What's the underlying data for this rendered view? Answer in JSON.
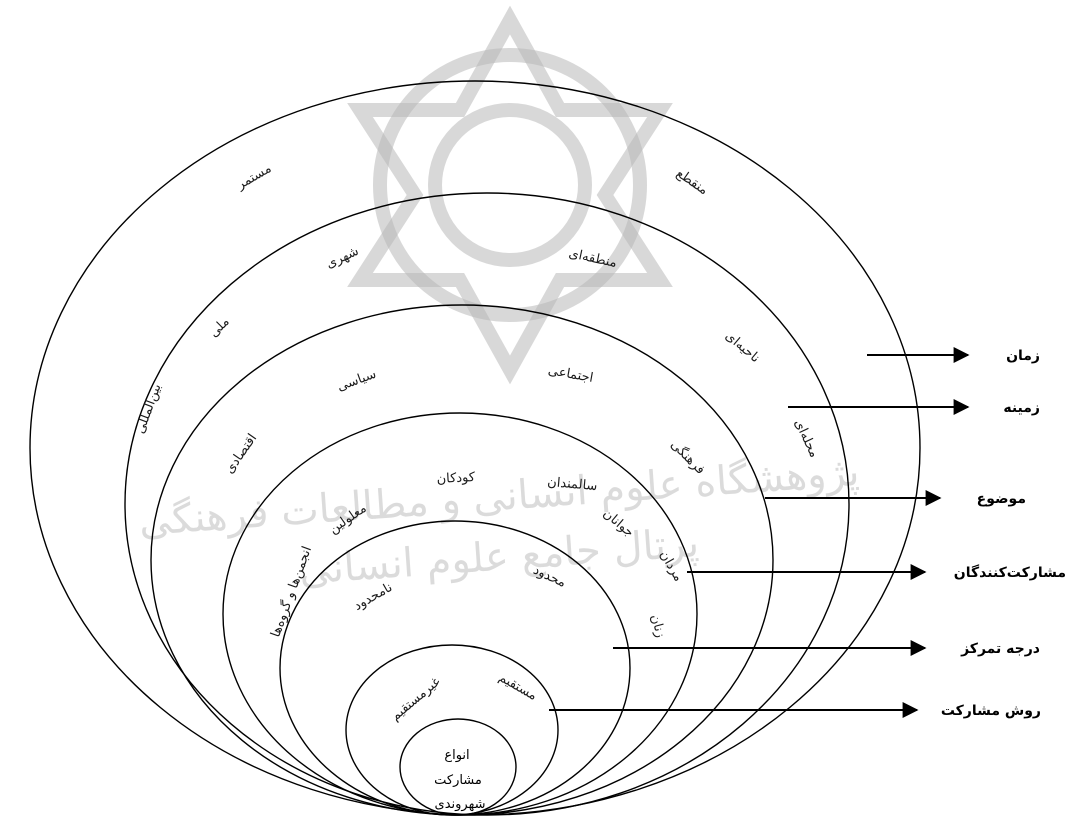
{
  "center_label": [
    "انواع",
    "مشارکت",
    "شهروندی"
  ],
  "rings": [
    {
      "name": "زمان",
      "items": [
        "مستمر",
        "منقطع"
      ]
    },
    {
      "name": "زمینه",
      "items": [
        "شهری",
        "منطقه‌ای",
        "ملی",
        "بین‌المللی",
        "ناحیه‌ای",
        "محله‌ای"
      ]
    },
    {
      "name": "موضوع",
      "items": [
        "سیاسی",
        "اجتماعی",
        "اقتصادی",
        "فرهنگی"
      ]
    },
    {
      "name": "مشارکت‌کنندگان",
      "items": [
        "کودکان",
        "سالمندان",
        "معلولین",
        "جوانان",
        "انجمن‌ها و گروه‌ها",
        "مردان",
        "زنان"
      ]
    },
    {
      "name": "درجه تمرکز",
      "items": [
        "محدود",
        "نامحدود"
      ]
    },
    {
      "name": "روش مشارکت",
      "items": [
        "مستقیم",
        "غیرمستقیم"
      ]
    }
  ],
  "watermark_text": [
    "پژوهشگاه علوم انسانی و مطالعات فرهنگی",
    "پرتال جامع علوم انسانی"
  ]
}
